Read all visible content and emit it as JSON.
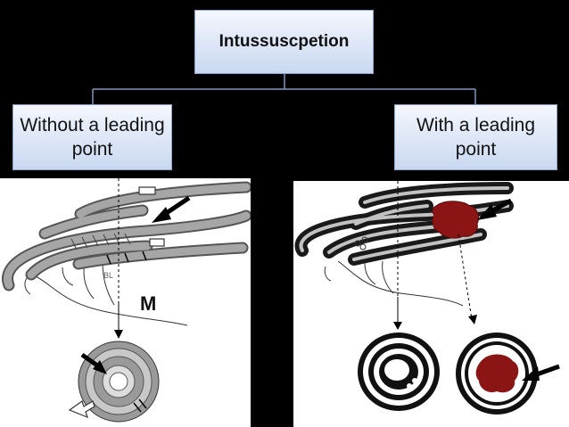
{
  "root": {
    "label": "Intussuscpetion"
  },
  "branches": [
    {
      "label": "Without a leading point"
    },
    {
      "label": "With a leading point"
    }
  ],
  "left_panel": {
    "marker_label": "M",
    "small_label": "BL"
  },
  "colors": {
    "background": "#000000",
    "node_fill_top": "#f4f7fd",
    "node_fill_bottom": "#c9d8f1",
    "connector": "#7d97c4",
    "bowel_gray": "#9a9a9a",
    "lead_point": "#8b1414"
  }
}
